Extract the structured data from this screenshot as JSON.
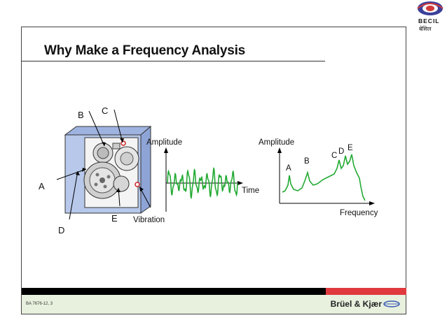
{
  "slide": {
    "title": "Why Make a Frequency Analysis",
    "footer_code": "BA 7676-12, 3",
    "brand": "Brüel & Kjær"
  },
  "corner_logo": {
    "name": "BECIL",
    "hindi": "बेसिल"
  },
  "machine_diagram": {
    "labels": {
      "a": "A",
      "b": "B",
      "c": "C",
      "d": "D",
      "e": "E",
      "vibration": "Vibration"
    }
  },
  "time_plot": {
    "ylabel": "Amplitude",
    "xlabel": "Time",
    "color": "#22aa33"
  },
  "spectrum_plot": {
    "ylabel": "Amplitude",
    "xlabel": "Frequency",
    "peak_labels": [
      "A",
      "B",
      "C",
      "D",
      "E"
    ],
    "color": "#22aa33"
  },
  "colors": {
    "bar_black": "#000000",
    "bar_red": "#e03a3e",
    "footer_bg": "#e8f0de",
    "housing_blue": "#b7c8ea"
  }
}
